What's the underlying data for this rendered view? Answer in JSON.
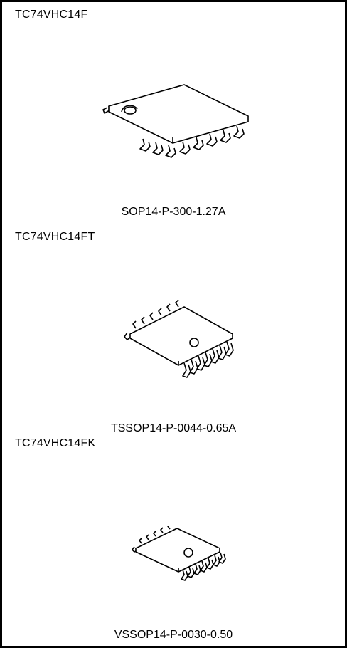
{
  "packages": [
    {
      "part": "TC74VHC14F",
      "package": "SOP14-P-300-1.27A"
    },
    {
      "part": "TC74VHC14FT",
      "package": "TSSOP14-P-0044-0.65A"
    },
    {
      "part": "TC74VHC14FK",
      "package": "VSSOP14-P-0030-0.50"
    }
  ]
}
